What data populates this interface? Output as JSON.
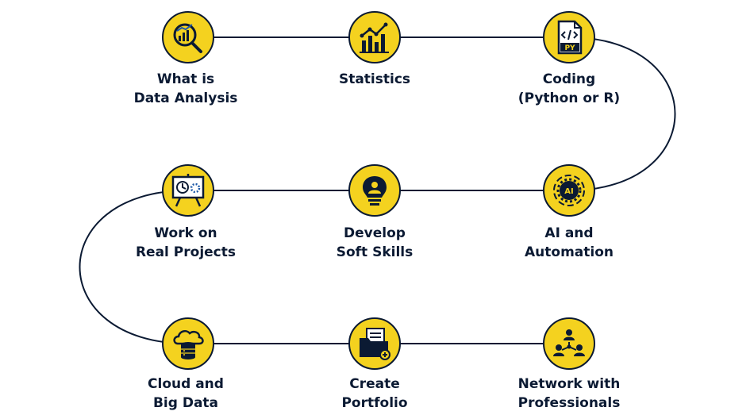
{
  "steps": [
    {
      "line1": "What is",
      "line2": "Data Analysis",
      "icon": "data-analysis-icon"
    },
    {
      "line1": "Statistics",
      "line2": "",
      "icon": "statistics-chart-icon"
    },
    {
      "line1": "Coding",
      "line2": "(Python or R)",
      "icon": "python-file-icon"
    },
    {
      "line1": "AI and",
      "line2": "Automation",
      "icon": "ai-gear-icon"
    },
    {
      "line1": "Develop",
      "line2": "Soft Skills",
      "icon": "soft-skills-bulb-icon"
    },
    {
      "line1": "Work on",
      "line2": "Real Projects",
      "icon": "project-board-icon"
    },
    {
      "line1": "Cloud and",
      "line2": "Big Data",
      "icon": "cloud-database-icon"
    },
    {
      "line1": "Create",
      "line2": "Portfolio",
      "icon": "portfolio-folder-icon"
    },
    {
      "line1": "Network with",
      "line2": "Professionals",
      "icon": "network-people-icon"
    }
  ],
  "icon_text": {
    "py": "PY",
    "ai": "AI"
  },
  "colors": {
    "node_fill": "#f4d21f",
    "stroke": "#0b1a33",
    "text": "#0b1a33",
    "icon": "#0b1a33",
    "accent": "#1e5aa8"
  }
}
